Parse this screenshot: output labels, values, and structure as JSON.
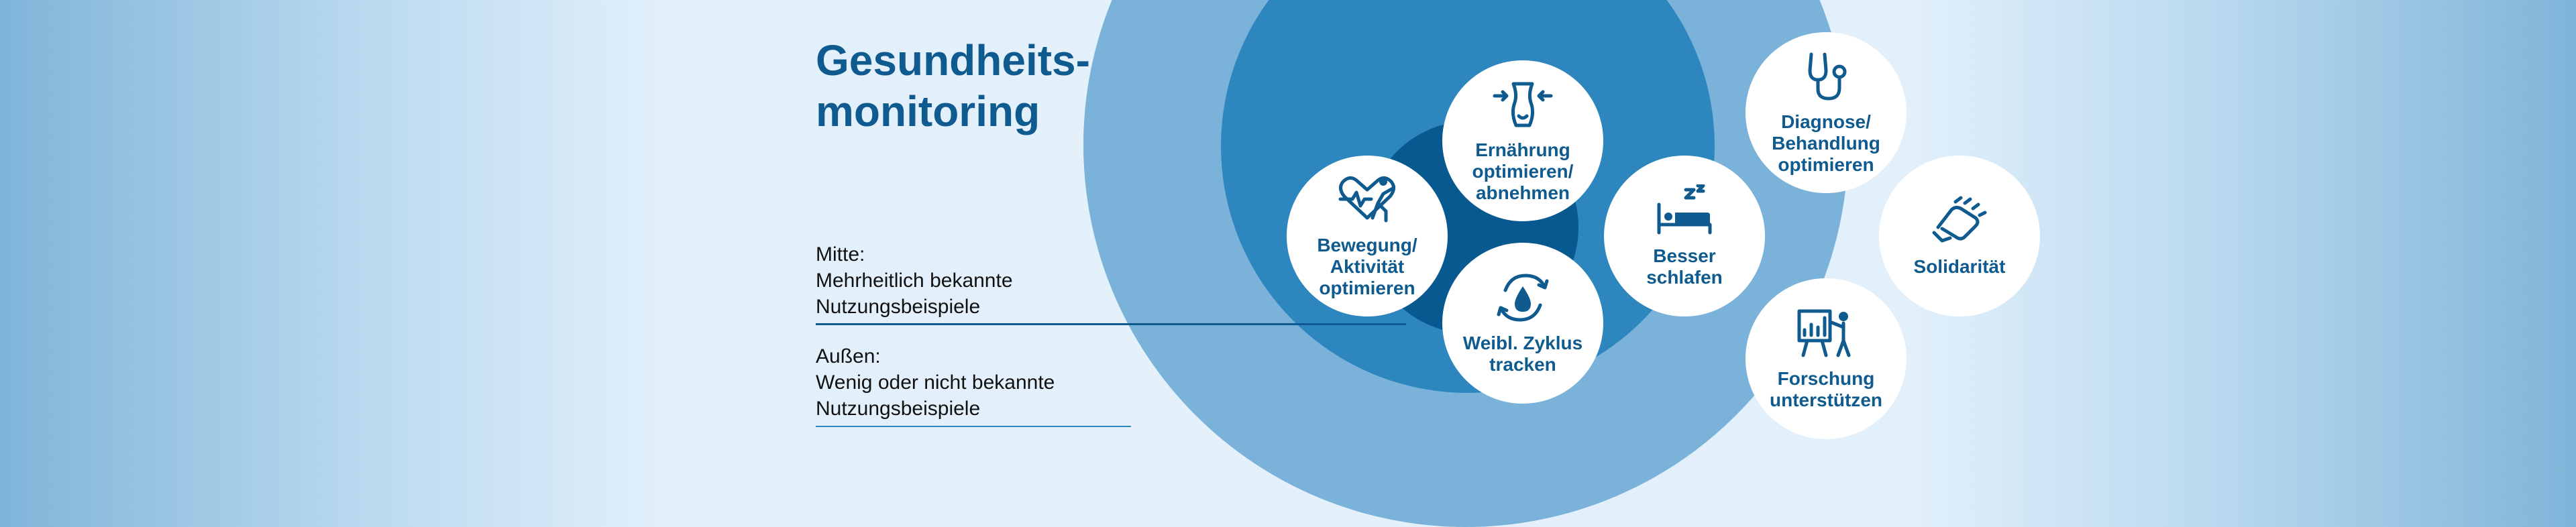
{
  "title": "Gesundheits-\nmonitoring",
  "legend": {
    "inner": [
      "Mitte:",
      "Mehrheitlich bekannte",
      "Nutzungsbeispiele"
    ],
    "outer": [
      "Außen:",
      "Wenig oder nicht bekannte",
      "Nutzungsbeispiele"
    ]
  },
  "colors": {
    "outer_ring": "#7ab2da",
    "middle_ring": "#2d86bd",
    "inner_ring": "#07598f",
    "accent": "#0f5a8e"
  },
  "bubbles": {
    "ernaehrung": {
      "label": "Ernährung\noptimieren/\nabnehmen",
      "icon": "waist-measure-icon"
    },
    "bewegung": {
      "label": "Bewegung/\nAktivität\noptimieren",
      "icon": "heartbeat-exercise-icon"
    },
    "zyklus": {
      "label": "Weibl. Zyklus\ntracken",
      "icon": "cycle-drop-icon"
    },
    "schlafen": {
      "label": "Besser\nschlafen",
      "icon": "sleeping-bed-icon"
    },
    "diagnose": {
      "label": "Diagnose/\nBehandlung\noptimieren",
      "icon": "stethoscope-icon"
    },
    "solidaritaet": {
      "label": "Solidarität",
      "icon": "handshake-icon"
    },
    "forschung": {
      "label": "Forschung\nunterstützen",
      "icon": "presentation-icon"
    }
  }
}
